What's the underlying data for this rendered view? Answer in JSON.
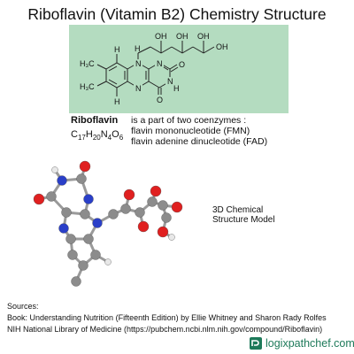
{
  "title": "Riboflavin (Vitamin B2) Chemistry Structure",
  "structure": {
    "atoms": {
      "h1": "H",
      "h2": "H",
      "h3": "H",
      "h4": "H",
      "ch3a": "H₃C",
      "ch3b": "H₃C",
      "n1": "N",
      "n2": "N",
      "n3": "N",
      "n4": "N",
      "o1": "O",
      "o2": "O",
      "oh1": "OH",
      "oh2": "OH",
      "oh3": "OH",
      "oh4": "OH"
    }
  },
  "compound": {
    "name": "Riboflavin",
    "formula_parts": [
      "C",
      "17",
      "H",
      "20",
      "N",
      "4",
      "O",
      "6"
    ]
  },
  "description": [
    "is a part of two coenzymes :",
    "flavin mononucleotide (FMN)",
    "flavin adenine dinucleotide (FAD)"
  ],
  "model_label": [
    "3D Chemical",
    "Structure Model"
  ],
  "sources": {
    "heading": "Sources:",
    "lines": [
      "Book: Understanding Nutrition (Fifteenth Edition) by Ellie Whitney and Sharon Rady Rolfes",
      "NIH National Library of Medicine (https://pubchem.ncbi.nlm.nih.gov/compound/Riboflavin)"
    ]
  },
  "brand": {
    "name": "logixpathchef.com",
    "color": "#1e7a5a"
  },
  "colors": {
    "panel": "#b4dcc0",
    "carbon": "#8c8c8c",
    "oxygen": "#e02020",
    "nitrogen": "#2a3fc8",
    "hydrogen": "#e8e8e8"
  }
}
